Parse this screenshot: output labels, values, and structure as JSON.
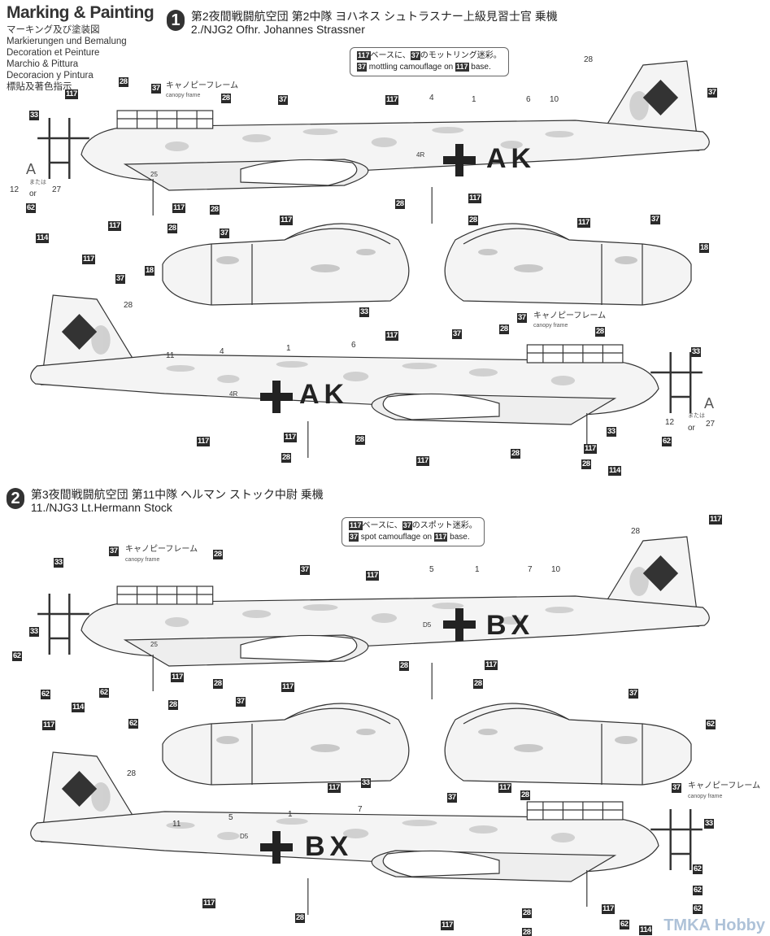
{
  "title": "Marking & Painting",
  "subtitles": [
    "マーキング及び塗装図",
    "Markierungen und Bemalung",
    "Decoration et Peinture",
    "Marchio & Pittura",
    "Decoracion y Pintura",
    "標貼及著色指示"
  ],
  "scheme1": {
    "number": "1",
    "title_jp": "第2夜間戦闘航空団 第2中隊 ヨハネス シュトラスナー上級見習士官 乗機",
    "title_en": "2./NJG2 Ofhr. Johannes Strassner",
    "note": {
      "jp_a": "117",
      "jp_b": "ベースに、",
      "jp_c": "37",
      "jp_d": "のモットリング迷彩。",
      "en_a": "37",
      "en_b": "mottling camouflage on",
      "en_c": "117",
      "en_d": "base."
    },
    "codes": {
      "letters": "AK",
      "unit": "4R"
    }
  },
  "scheme2": {
    "number": "2",
    "title_jp": "第3夜間戦闘航空団 第11中隊 ヘルマン ストック中尉 乗機",
    "title_en": "11./NJG3 Lt.Hermann Stock",
    "note": {
      "jp_a": "117",
      "jp_b": "ベースに、",
      "jp_c": "37",
      "jp_d": "のスポット迷彩。",
      "en_a": "37",
      "en_b": "spot camouflage on",
      "en_c": "117",
      "en_d": "base."
    },
    "codes": {
      "letters": "BX",
      "unit": "D5"
    }
  },
  "callouts": [
    {
      "label": "28",
      "kind": "paint"
    },
    {
      "label": "117",
      "kind": "paint"
    },
    {
      "label": "33",
      "kind": "paint"
    },
    {
      "label": "37",
      "kind": "paint"
    },
    {
      "label": "キャノピーフレーム",
      "kind": "decal"
    },
    {
      "label": "canopy frame",
      "kind": "small"
    },
    {
      "label": "28",
      "kind": "paint"
    },
    {
      "label": "37",
      "kind": "paint"
    },
    {
      "label": "117",
      "kind": "paint"
    },
    {
      "label": "4",
      "kind": "decal"
    },
    {
      "label": "1",
      "kind": "decal"
    },
    {
      "label": "6",
      "kind": "decal"
    },
    {
      "label": "10",
      "kind": "decal"
    },
    {
      "label": "28",
      "kind": "decal"
    },
    {
      "label": "37",
      "kind": "paint"
    },
    {
      "label": "A",
      "kind": "big"
    },
    {
      "label": "12",
      "kind": "decal"
    },
    {
      "label": "または",
      "kind": "small"
    },
    {
      "label": "or",
      "kind": "decal"
    },
    {
      "label": "27",
      "kind": "decal"
    },
    {
      "label": "62",
      "kind": "paint"
    },
    {
      "label": "114",
      "kind": "paint"
    },
    {
      "label": "117",
      "kind": "paint"
    },
    {
      "label": "28",
      "kind": "paint"
    },
    {
      "label": "117",
      "kind": "paint"
    },
    {
      "label": "28",
      "kind": "paint"
    },
    {
      "label": "28",
      "kind": "paint"
    },
    {
      "label": "117",
      "kind": "paint"
    },
    {
      "label": "28",
      "kind": "paint"
    },
    {
      "label": "117",
      "kind": "paint"
    },
    {
      "label": "37",
      "kind": "paint"
    },
    {
      "label": "18",
      "kind": "paint"
    },
    {
      "label": "117",
      "kind": "paint"
    },
    {
      "label": "37",
      "kind": "paint"
    },
    {
      "label": "28",
      "kind": "decal"
    },
    {
      "label": "33",
      "kind": "paint"
    },
    {
      "label": "117",
      "kind": "paint"
    },
    {
      "label": "37",
      "kind": "paint"
    },
    {
      "label": "18",
      "kind": "paint"
    },
    {
      "label": "11",
      "kind": "decal"
    },
    {
      "label": "4",
      "kind": "decal"
    },
    {
      "label": "1",
      "kind": "decal"
    },
    {
      "label": "6",
      "kind": "decal"
    },
    {
      "label": "117",
      "kind": "paint"
    },
    {
      "label": "37",
      "kind": "paint"
    },
    {
      "label": "28",
      "kind": "paint"
    },
    {
      "label": "37",
      "kind": "paint"
    },
    {
      "label": "キャノピーフレーム",
      "kind": "decal"
    },
    {
      "label": "canopy frame",
      "kind": "small"
    },
    {
      "label": "28",
      "kind": "paint"
    },
    {
      "label": "33",
      "kind": "paint"
    },
    {
      "label": "A",
      "kind": "big"
    },
    {
      "label": "12",
      "kind": "decal"
    },
    {
      "label": "または",
      "kind": "small"
    },
    {
      "label": "or",
      "kind": "decal"
    },
    {
      "label": "27",
      "kind": "decal"
    },
    {
      "label": "33",
      "kind": "paint"
    },
    {
      "label": "62",
      "kind": "paint"
    },
    {
      "label": "114",
      "kind": "paint"
    },
    {
      "label": "117",
      "kind": "paint"
    },
    {
      "label": "117",
      "kind": "paint"
    },
    {
      "label": "28",
      "kind": "paint"
    },
    {
      "label": "28",
      "kind": "paint"
    },
    {
      "label": "117",
      "kind": "paint"
    },
    {
      "label": "28",
      "kind": "paint"
    },
    {
      "label": "117",
      "kind": "paint"
    },
    {
      "label": "28",
      "kind": "paint"
    },
    {
      "label": "28",
      "kind": "decal"
    },
    {
      "label": "117",
      "kind": "paint"
    },
    {
      "label": "33",
      "kind": "paint"
    },
    {
      "label": "37",
      "kind": "paint"
    },
    {
      "label": "キャノピーフレーム",
      "kind": "decal"
    },
    {
      "label": "canopy frame",
      "kind": "small"
    },
    {
      "label": "28",
      "kind": "paint"
    },
    {
      "label": "37",
      "kind": "paint"
    },
    {
      "label": "117",
      "kind": "paint"
    },
    {
      "label": "5",
      "kind": "decal"
    },
    {
      "label": "1",
      "kind": "decal"
    },
    {
      "label": "7",
      "kind": "decal"
    },
    {
      "label": "10",
      "kind": "decal"
    },
    {
      "label": "33",
      "kind": "paint"
    },
    {
      "label": "62",
      "kind": "paint"
    },
    {
      "label": "62",
      "kind": "paint"
    },
    {
      "label": "62",
      "kind": "paint"
    },
    {
      "label": "114",
      "kind": "paint"
    },
    {
      "label": "117",
      "kind": "paint"
    },
    {
      "label": "28",
      "kind": "paint"
    },
    {
      "label": "117",
      "kind": "paint"
    },
    {
      "label": "28",
      "kind": "paint"
    },
    {
      "label": "28",
      "kind": "paint"
    },
    {
      "label": "117",
      "kind": "paint"
    },
    {
      "label": "28",
      "kind": "paint"
    },
    {
      "label": "37",
      "kind": "paint"
    },
    {
      "label": "62",
      "kind": "paint"
    },
    {
      "label": "117",
      "kind": "paint"
    },
    {
      "label": "33",
      "kind": "paint"
    },
    {
      "label": "37",
      "kind": "paint"
    },
    {
      "label": "62",
      "kind": "paint"
    },
    {
      "label": "117",
      "kind": "paint"
    },
    {
      "label": "117",
      "kind": "paint"
    },
    {
      "label": "28",
      "kind": "decal"
    },
    {
      "label": "11",
      "kind": "decal"
    },
    {
      "label": "5",
      "kind": "decal"
    },
    {
      "label": "1",
      "kind": "decal"
    },
    {
      "label": "7",
      "kind": "decal"
    },
    {
      "label": "37",
      "kind": "paint"
    },
    {
      "label": "28",
      "kind": "paint"
    },
    {
      "label": "37",
      "kind": "paint"
    },
    {
      "label": "キャノピーフレーム",
      "kind": "decal"
    },
    {
      "label": "canopy frame",
      "kind": "small"
    },
    {
      "label": "33",
      "kind": "paint"
    },
    {
      "label": "62",
      "kind": "paint"
    },
    {
      "label": "62",
      "kind": "paint"
    },
    {
      "label": "62",
      "kind": "paint"
    },
    {
      "label": "62",
      "kind": "paint"
    },
    {
      "label": "114",
      "kind": "paint"
    },
    {
      "label": "117",
      "kind": "paint"
    },
    {
      "label": "28",
      "kind": "paint"
    },
    {
      "label": "117",
      "kind": "paint"
    },
    {
      "label": "28",
      "kind": "paint"
    },
    {
      "label": "117",
      "kind": "paint"
    },
    {
      "label": "28",
      "kind": "paint"
    }
  ],
  "small_codes": [
    "25",
    "25"
  ],
  "watermark": "TMKA Hobby"
}
